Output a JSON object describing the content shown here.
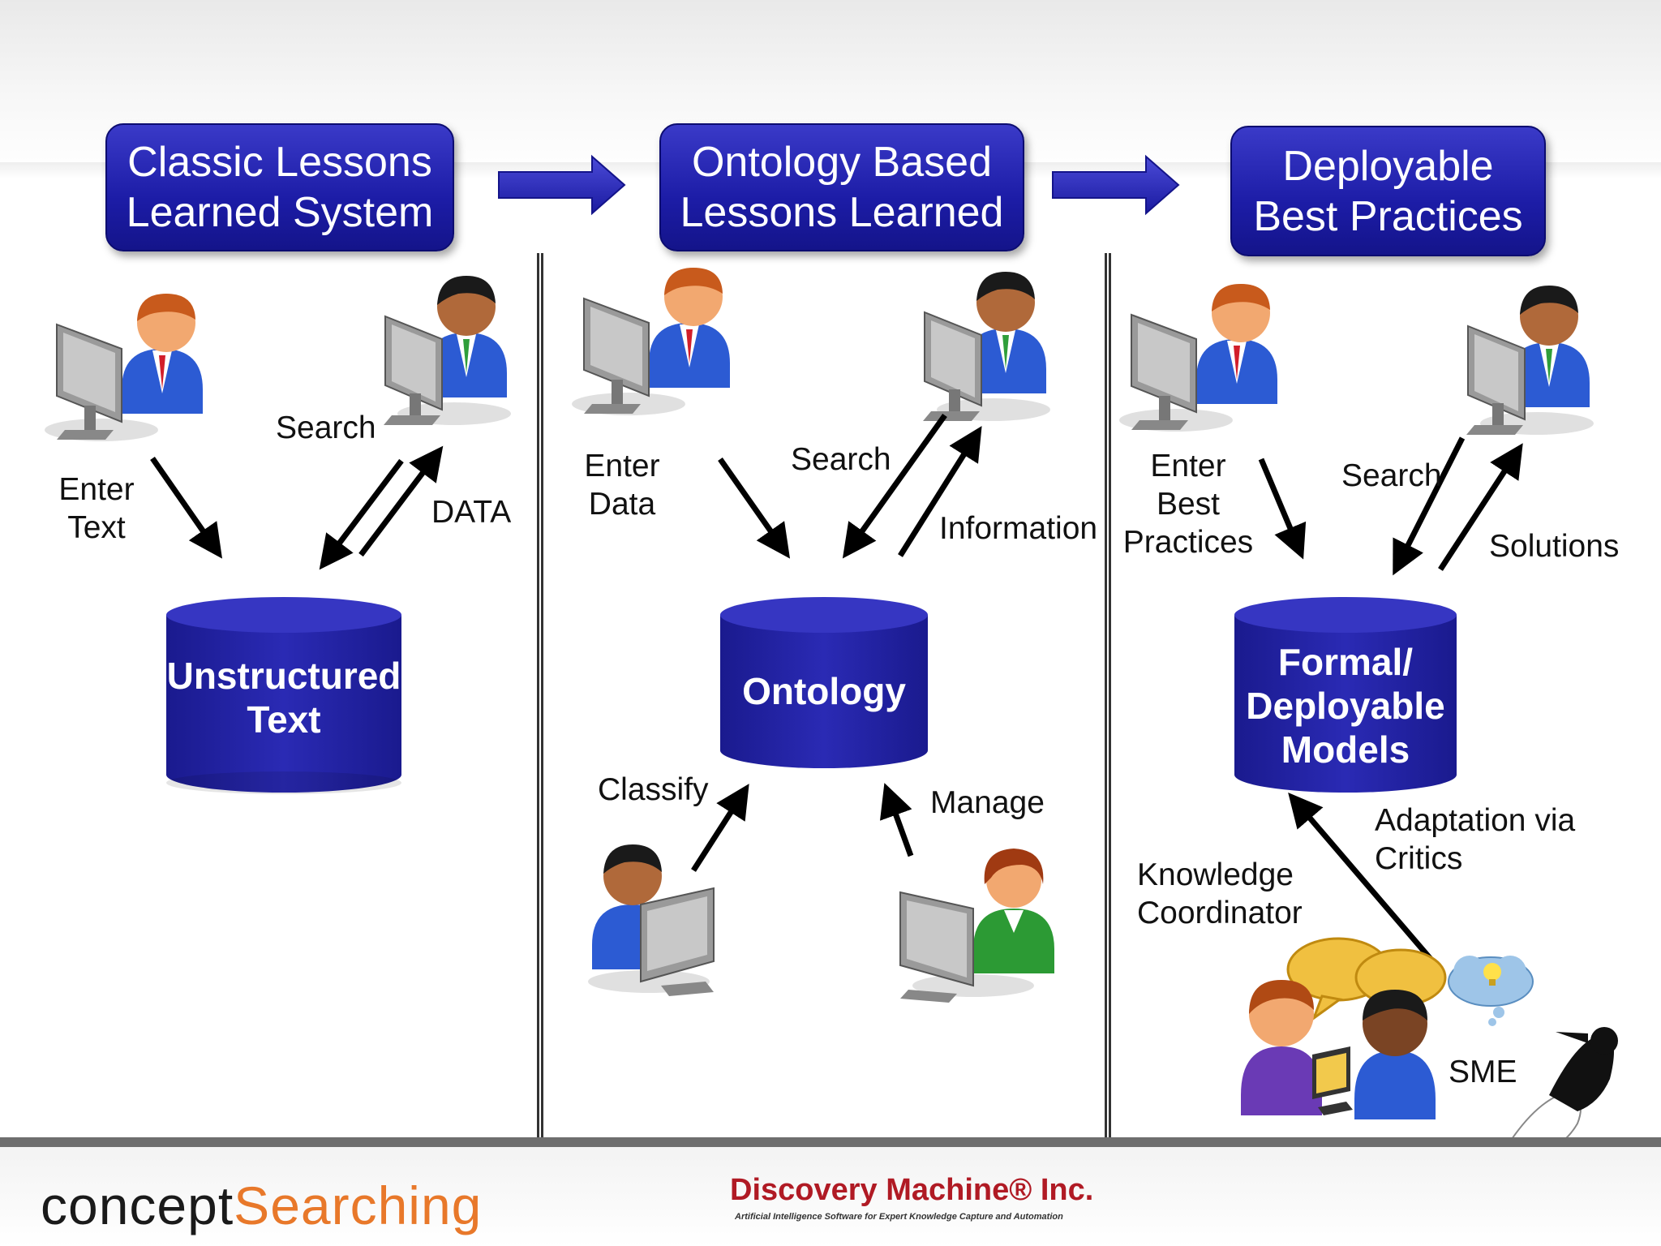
{
  "headers": [
    {
      "text": "Classic Lessons\nLearned System"
    },
    {
      "text": "Ontology Based\nLessons Learned"
    },
    {
      "text": "Deployable\nBest Practices"
    }
  ],
  "columns": [
    {
      "labels": {
        "enter": "Enter\nText",
        "search": "Search",
        "data": "DATA"
      },
      "database": "Unstructured\nText"
    },
    {
      "labels": {
        "enter": "Enter\nData",
        "search": "Search",
        "information": "Information",
        "classify": "Classify",
        "manage": "Manage"
      },
      "database": "Ontology"
    },
    {
      "labels": {
        "enter": "Enter\nBest\nPractices",
        "search": "Search",
        "solutions": "Solutions",
        "adaptation": "Adaptation via\nCritics",
        "coordinator": "Knowledge\nCoordinator",
        "sme": "SME"
      },
      "database": "Formal/\nDeployable\nModels"
    }
  ],
  "footer": {
    "logo_left_a": "concept",
    "logo_left_b": "Searching",
    "logo_right": "Discovery Machine® Inc.",
    "logo_right_tagline": "Artificial Intelligence Software for Expert Knowledge Capture and Automation"
  },
  "colors": {
    "header_blue": "#1c1ca6",
    "db_blue": "#1e1e9a",
    "accent_orange": "#e8782a",
    "brand_red": "#b01a24"
  },
  "icons": [
    "person-at-computer-icon",
    "arrow-right-icon",
    "database-cylinder-icon",
    "chat-bubble-icon",
    "thought-bubble-icon",
    "magpie-bird-icon"
  ]
}
